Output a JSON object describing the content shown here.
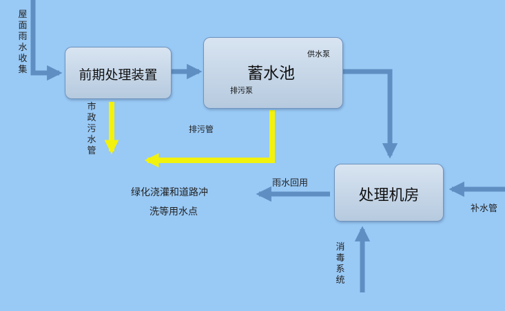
{
  "nodes": {
    "pretreatment": "前期处理装置",
    "storage_tank": "蓄水池",
    "treatment_room": "处理机房"
  },
  "labels": {
    "roof_rain": "屋面雨水收集",
    "municipal_sewer": "市政污水管",
    "supply_pump": "供水泵",
    "discharge_pump": "排污泵",
    "discharge_pipe": "排污管",
    "rain_reuse": "雨水回用",
    "use_points_line1": "绿化浇灌和道路冲",
    "use_points_line2": "洗等用水点",
    "makeup_pipe": "补水管",
    "disinfection": "消毒系统"
  },
  "colors": {
    "background": "#99c9f5",
    "flow_arrow": "#5f8fc2",
    "sewage_arrow": "#f2f20c"
  }
}
